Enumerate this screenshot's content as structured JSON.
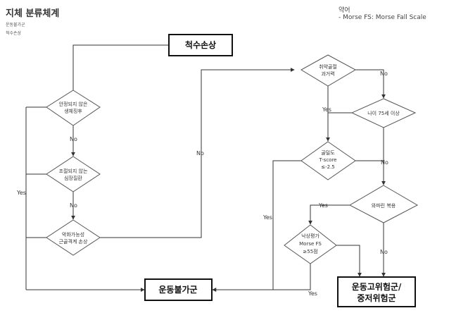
{
  "header": {
    "title": "지체 분류체계",
    "sub1": "운동불가군",
    "sub2": "척수손상"
  },
  "legend": {
    "heading": "약어",
    "line": "- Morse FS: Morse Fall Scale"
  },
  "nodes": {
    "spinal": "척수손상",
    "unstable1": "안정되지 않은",
    "unstable2": "생체징후",
    "cardiac1": "조절되지 않는",
    "cardiac2": "심장질환",
    "msk1": "악화가능성",
    "msk2": "근골격계 손상",
    "immobile": "운동불가군",
    "fracture1": "취약골절",
    "fracture2": "과거력",
    "age": "나이 75세 이상",
    "bmd1": "골밀도",
    "bmd2": "T-score",
    "bmd3": "≤-2.5",
    "drug": "와파린 복용",
    "fall1": "낙상평가",
    "fall2": "Morse FS",
    "fall3": "≥55점",
    "high1": "운동고위험군/",
    "high2": "중저위험군"
  },
  "edges": {
    "no": "No",
    "yes": "Yes"
  }
}
